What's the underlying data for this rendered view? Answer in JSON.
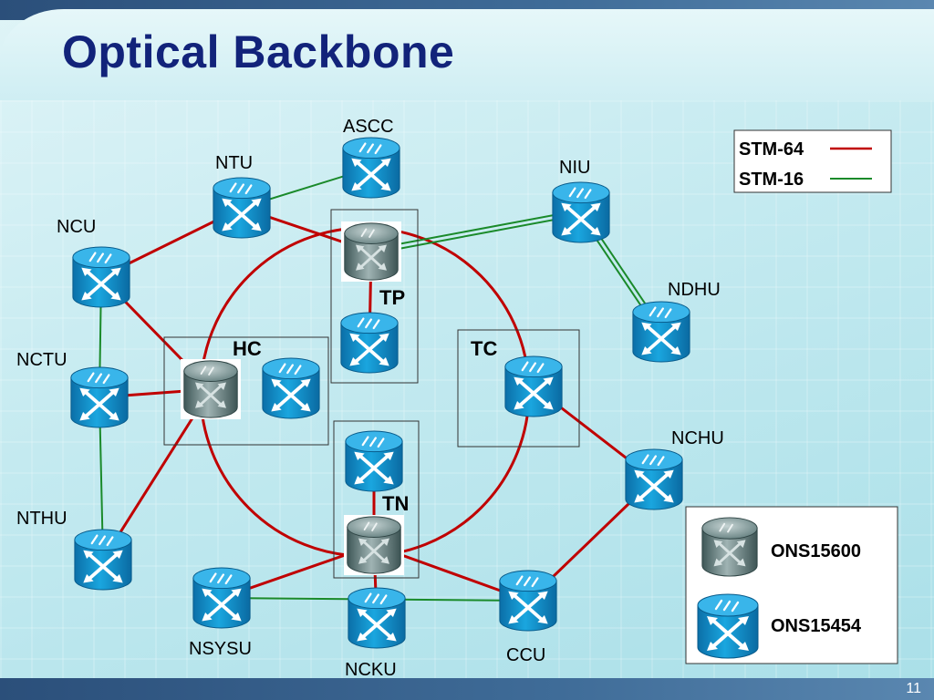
{
  "title": "Optical Backbone",
  "slide_number": "11",
  "colors": {
    "stm64": "#c00000",
    "stm16": "#1a8a2a",
    "title": "#12237a",
    "switch_blue": "#0a8ec8",
    "ons15600_gray": "#6e8686"
  },
  "legend_lines": [
    {
      "label": "STM-64",
      "color": "#c00000"
    },
    {
      "label": "STM-16",
      "color": "#1a8a2a"
    }
  ],
  "legend_devices": [
    {
      "label": "ONS15600",
      "icon": "ons15600-icon"
    },
    {
      "label": "ONS15454",
      "icon": "ons15454-icon"
    }
  ],
  "site_groups": [
    {
      "id": "tp",
      "label": "TP"
    },
    {
      "id": "hc",
      "label": "HC"
    },
    {
      "id": "tc",
      "label": "TC"
    },
    {
      "id": "tn",
      "label": "TN"
    }
  ],
  "nodes": [
    {
      "id": "ascc",
      "label": "ASCC",
      "type": "ons15454"
    },
    {
      "id": "ntu",
      "label": "NTU",
      "type": "ons15454"
    },
    {
      "id": "niu",
      "label": "NIU",
      "type": "ons15454"
    },
    {
      "id": "ncu",
      "label": "NCU",
      "type": "ons15454"
    },
    {
      "id": "ndhu",
      "label": "NDHU",
      "type": "ons15454"
    },
    {
      "id": "nctu",
      "label": "NCTU",
      "type": "ons15454"
    },
    {
      "id": "nchu",
      "label": "NCHU",
      "type": "ons15454"
    },
    {
      "id": "nthu",
      "label": "NTHU",
      "type": "ons15454"
    },
    {
      "id": "nsysu",
      "label": "NSYSU",
      "type": "ons15454"
    },
    {
      "id": "ncku",
      "label": "NCKU",
      "type": "ons15454"
    },
    {
      "id": "ccu",
      "label": "CCU",
      "type": "ons15454"
    },
    {
      "id": "tp1",
      "label": "",
      "type": "ons15600"
    },
    {
      "id": "tp2",
      "label": "",
      "type": "ons15454"
    },
    {
      "id": "hc1",
      "label": "",
      "type": "ons15600"
    },
    {
      "id": "hc2",
      "label": "",
      "type": "ons15454"
    },
    {
      "id": "tc1",
      "label": "",
      "type": "ons15454"
    },
    {
      "id": "tn1",
      "label": "",
      "type": "ons15454"
    },
    {
      "id": "tn2",
      "label": "",
      "type": "ons15600"
    }
  ],
  "links": [
    {
      "from": "ntu",
      "to": "ascc",
      "type": "stm16"
    },
    {
      "from": "ntu",
      "to": "tp1",
      "type": "stm64"
    },
    {
      "from": "ntu",
      "to": "ncu",
      "type": "stm64"
    },
    {
      "from": "tp1",
      "to": "niu",
      "type": "stm16-double"
    },
    {
      "from": "niu",
      "to": "ndhu",
      "type": "stm16-double"
    },
    {
      "from": "tp1",
      "to": "tp2",
      "type": "stm64"
    },
    {
      "from": "ncu",
      "to": "nctu",
      "type": "stm16"
    },
    {
      "from": "ncu",
      "to": "hc1",
      "type": "stm64"
    },
    {
      "from": "nctu",
      "to": "hc1",
      "type": "stm64"
    },
    {
      "from": "nctu",
      "to": "nthu",
      "type": "stm16"
    },
    {
      "from": "nthu",
      "to": "hc1",
      "type": "stm64"
    },
    {
      "from": "tc1",
      "to": "nchu",
      "type": "stm64"
    },
    {
      "from": "nchu",
      "to": "ccu",
      "type": "stm64"
    },
    {
      "from": "tn1",
      "to": "tn2",
      "type": "stm64"
    },
    {
      "from": "tn2",
      "to": "nsysu",
      "type": "stm64"
    },
    {
      "from": "tn2",
      "to": "ccu",
      "type": "stm64"
    },
    {
      "from": "tn2",
      "to": "ncku",
      "type": "stm64"
    },
    {
      "from": "nsysu",
      "to": "ccu",
      "type": "stm16"
    }
  ]
}
